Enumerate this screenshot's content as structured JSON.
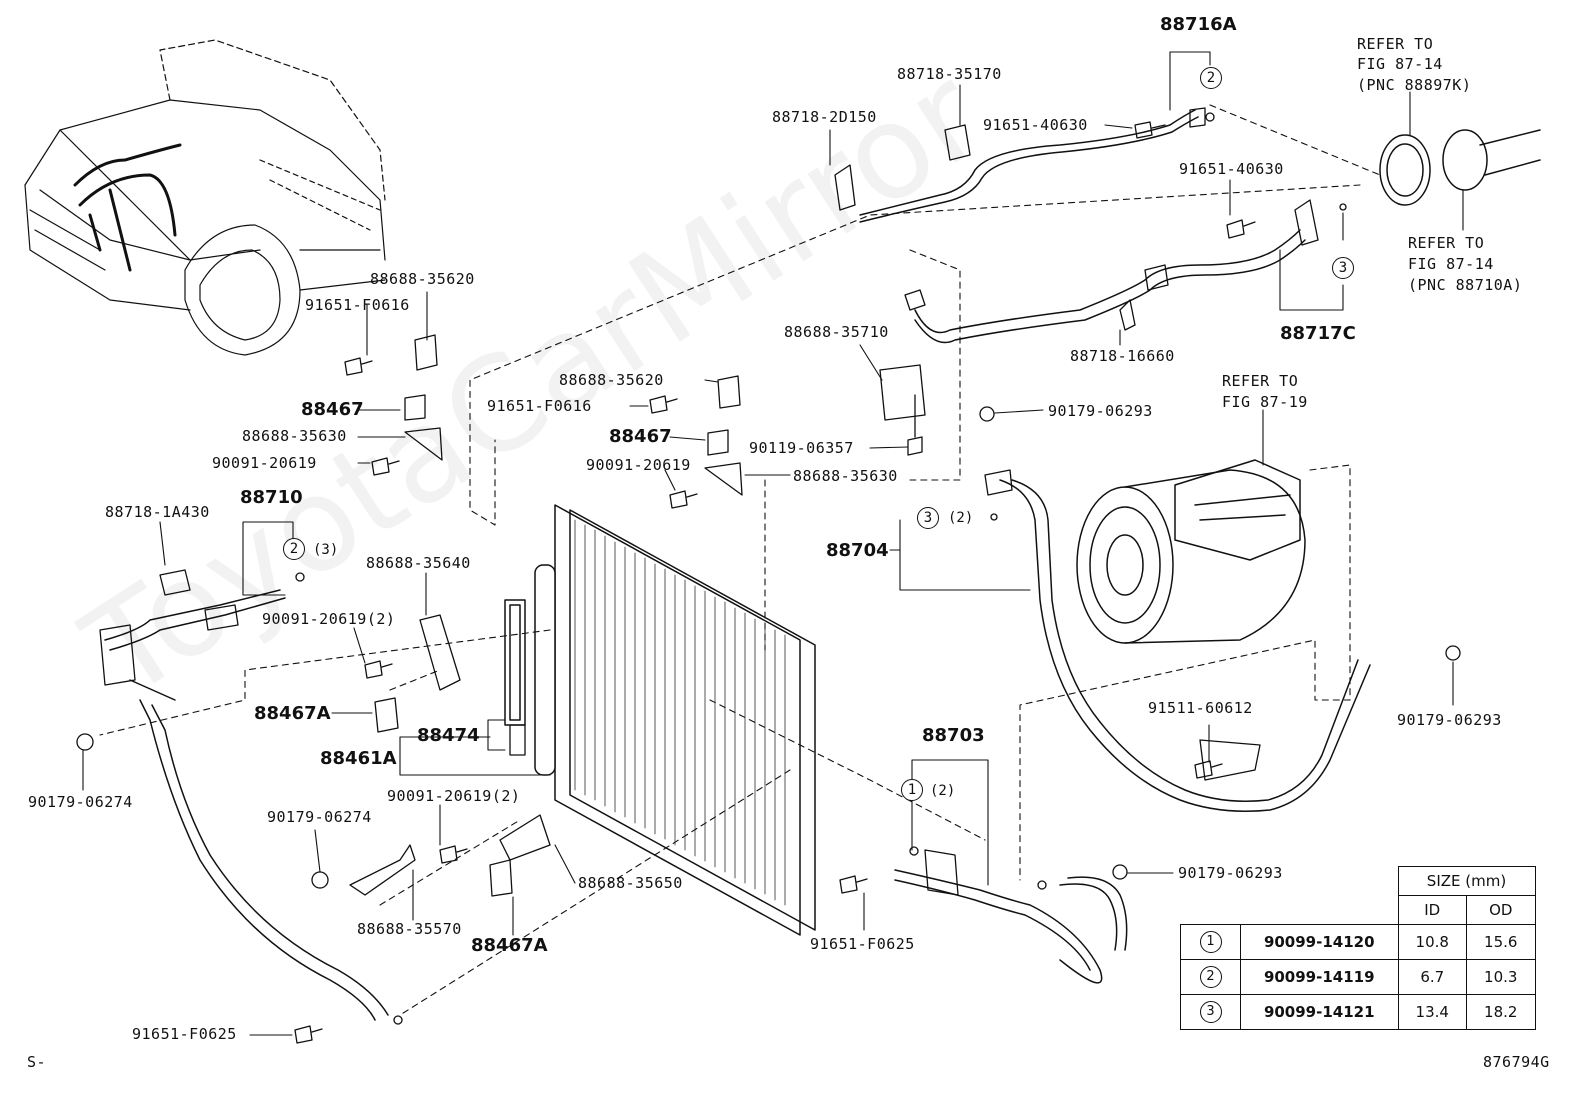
{
  "watermark": "ToyotaCarMirror",
  "footer_left": "S-",
  "figure_id": "876794G",
  "labels": {
    "l88716A": "88716A",
    "l88718_35170": "88718-35170",
    "l88718_2D150": "88718-2D150",
    "l91651_40630a": "91651-40630",
    "l91651_40630b": "91651-40630",
    "refer1": [
      "REFER TO",
      "FIG 87-14",
      "(PNC 88897K)"
    ],
    "refer2": [
      "REFER TO",
      "FIG 87-14",
      "(PNC 88710A)"
    ],
    "refer3": [
      "REFER TO",
      "FIG 87-19"
    ],
    "l88717C": "88717C",
    "l88718_16660": "88718-16660",
    "l88688_35710": "88688-35710",
    "l90179_06293a": "90179-06293",
    "l90179_06293b": "90179-06293",
    "l90179_06293c": "90179-06293",
    "l88688_35620a": "88688-35620",
    "l91651_F0616a": "91651-F0616",
    "l88467a": "88467",
    "l88688_35630a": "88688-35630",
    "l90091_20619a": "90091-20619",
    "l88688_35620b": "88688-35620",
    "l91651_F0616b": "91651-F0616",
    "l88467b": "88467",
    "l90119_06357": "90119-06357",
    "l90091_20619b": "90091-20619",
    "l88688_35630b": "88688-35630",
    "l88704": "88704",
    "l88710": "88710",
    "l88718_1A430": "88718-1A430",
    "l88688_35640": "88688-35640",
    "l90091_20619_2a": "90091-20619(2)",
    "l88467A_a": "88467A",
    "l88474": "88474",
    "l88461A": "88461A",
    "l90179_06274a": "90179-06274",
    "l90179_06274b": "90179-06274",
    "l90091_20619_2b": "90091-20619(2)",
    "l88688_35650": "88688-35650",
    "l88688_35570": "88688-35570",
    "l88467A_b": "88467A",
    "l91651_F0625a": "91651-F0625",
    "l91651_F0625b": "91651-F0625",
    "l88703": "88703",
    "l91511_60612": "91511-60612",
    "qty2": "(2)",
    "qty3": "(3)"
  },
  "circles": {
    "c1": "1",
    "c2": "2",
    "c3": "3"
  },
  "size_table": {
    "header": "SIZE (mm)",
    "col_id": "ID",
    "col_od": "OD",
    "rows": [
      {
        "ref": "1",
        "part": "90099-14120",
        "id": "10.8",
        "od": "15.6"
      },
      {
        "ref": "2",
        "part": "90099-14119",
        "id": "6.7",
        "od": "10.3"
      },
      {
        "ref": "3",
        "part": "90099-14121",
        "id": "13.4",
        "od": "18.2"
      }
    ]
  }
}
